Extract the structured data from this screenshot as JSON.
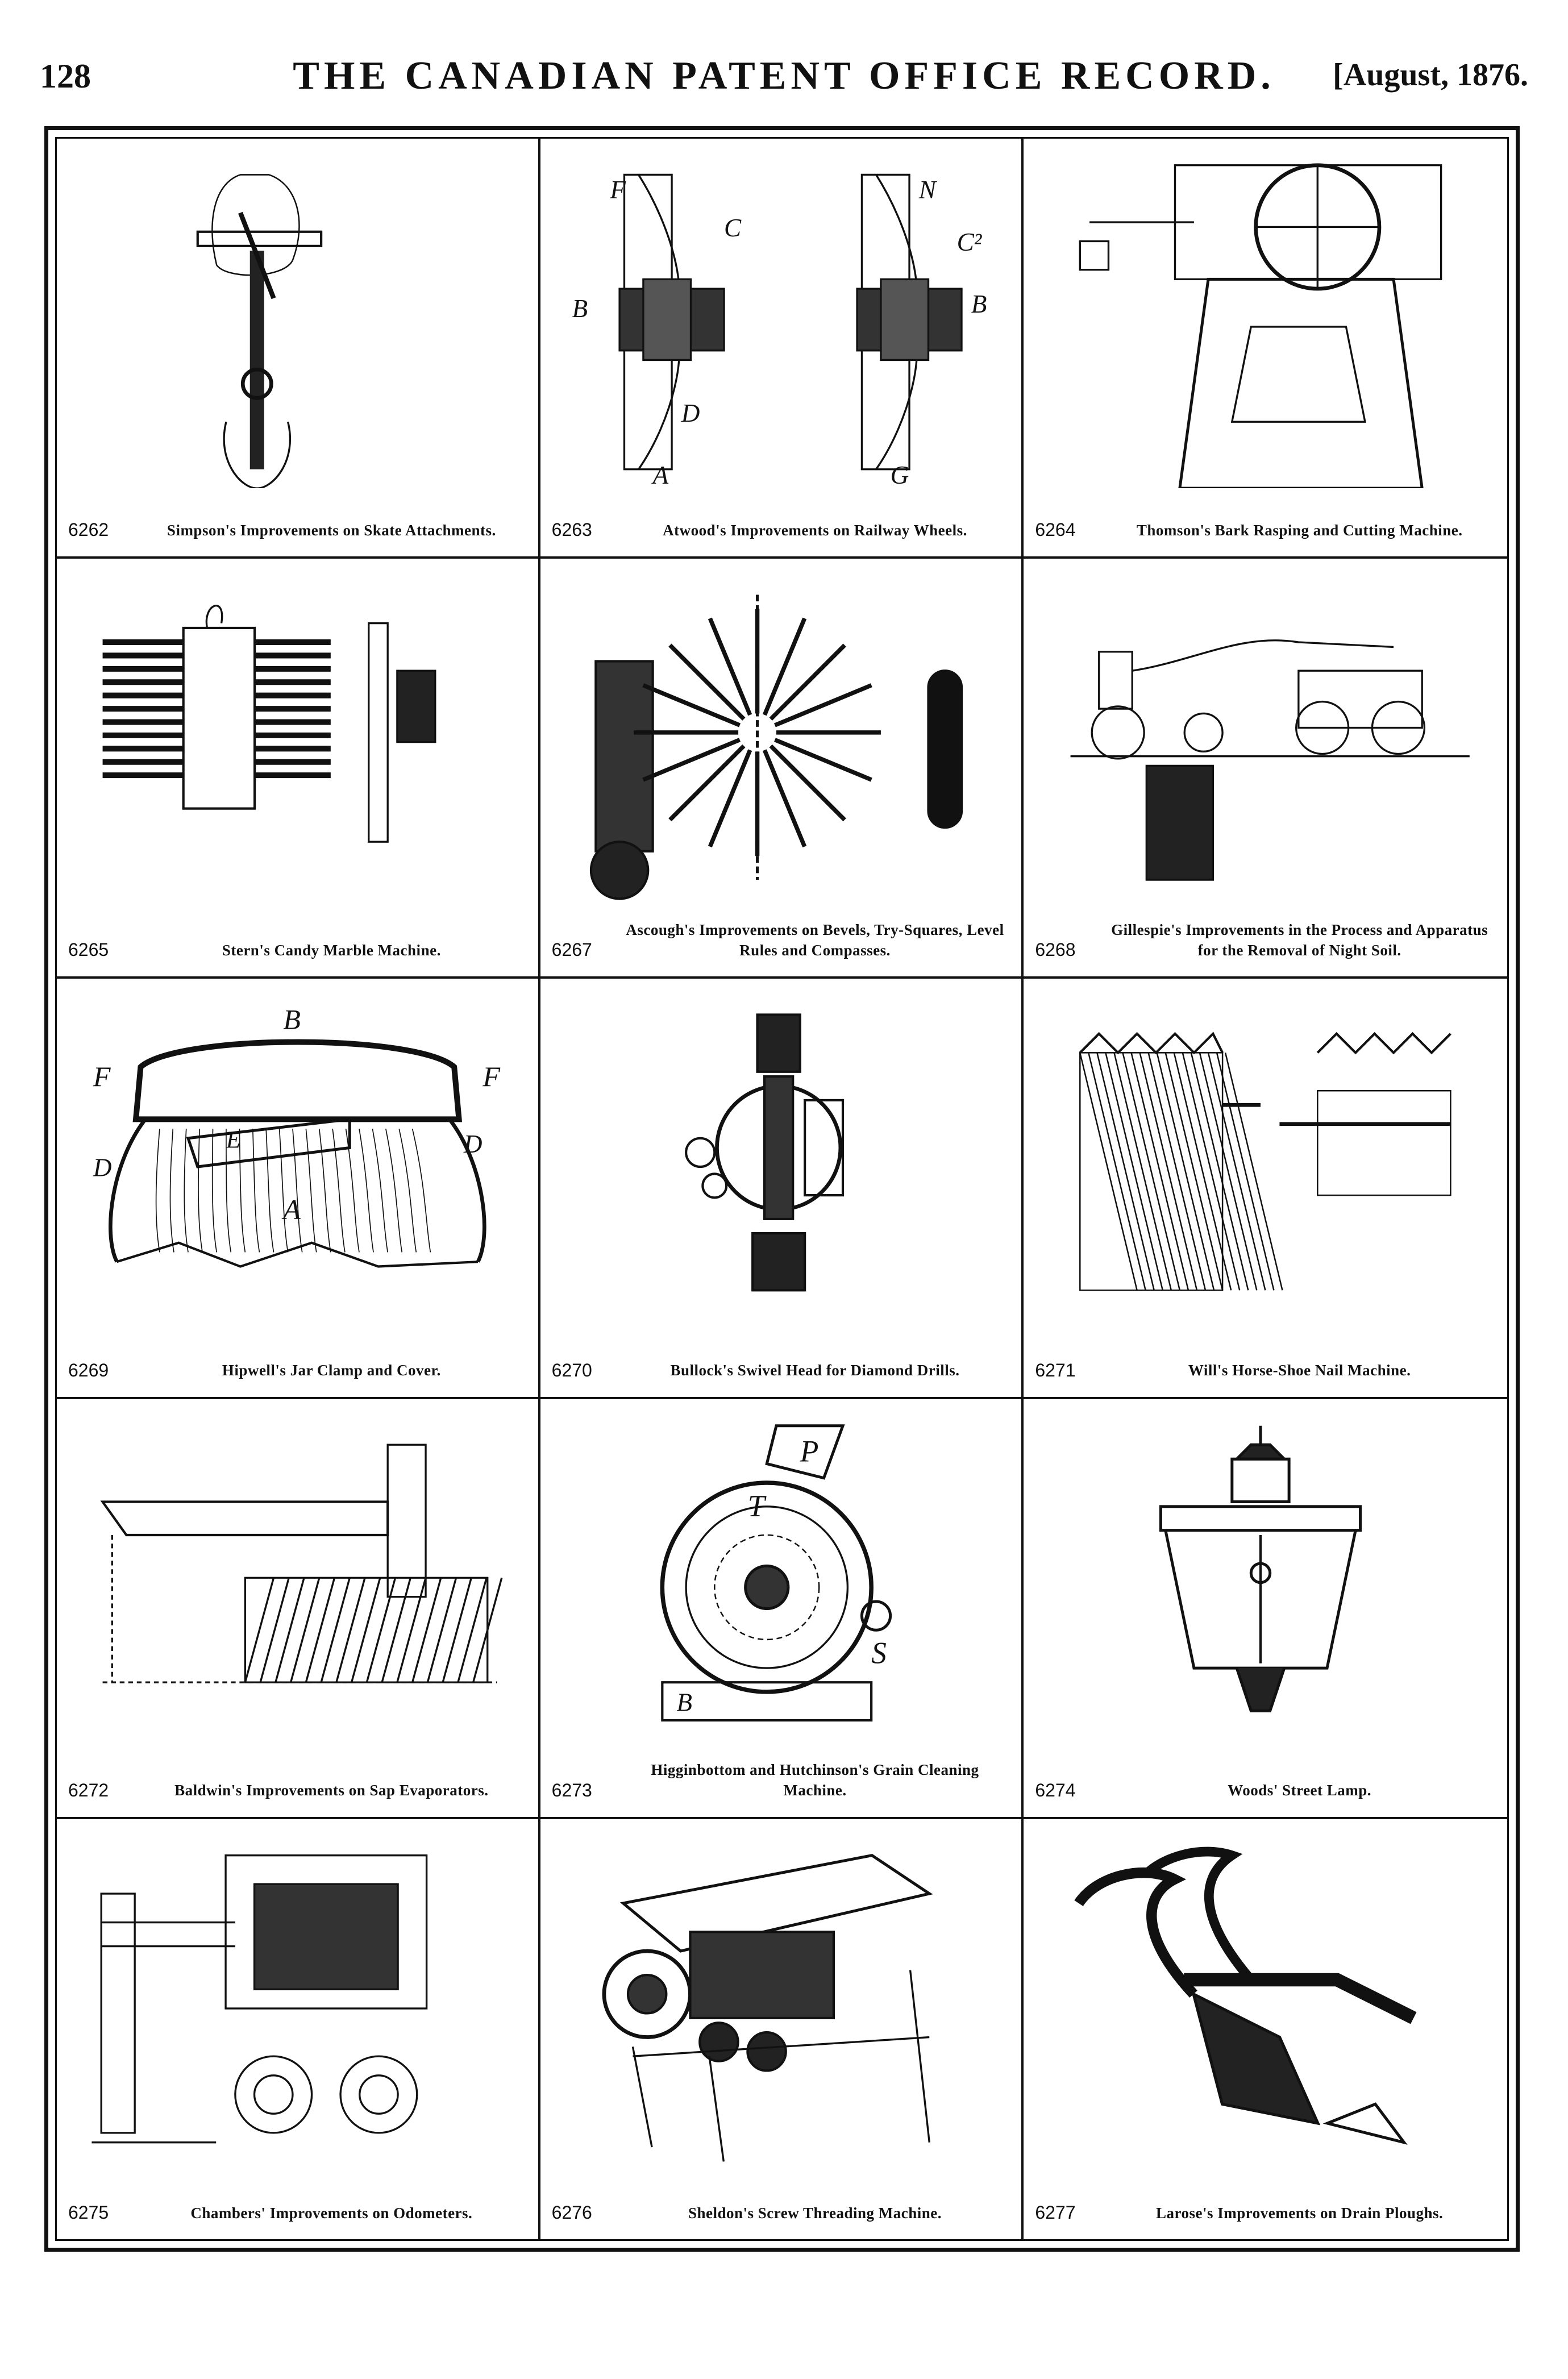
{
  "header": {
    "page_number": "128",
    "journal_title": "THE CANADIAN PATENT OFFICE RECORD.",
    "date": "[August, 1876."
  },
  "patents": [
    {
      "number": "6262",
      "title": "Simpson's Improvements on Skate Attachments.",
      "fig": "skate"
    },
    {
      "number": "6263",
      "title": "Atwood's Improvements on Railway Wheels.",
      "fig": "wheel",
      "labels": [
        "F",
        "C",
        "B",
        "D",
        "A",
        "N",
        "C²",
        "B",
        "G"
      ]
    },
    {
      "number": "6264",
      "title": "Thomson's Bark Rasping and Cutting Machine.",
      "fig": "rasp"
    },
    {
      "number": "6265",
      "title": "Stern's Candy Marble Machine.",
      "fig": "candy"
    },
    {
      "number": "6267",
      "title": "Ascough's Improvements on Bevels, Try-Squares, Level Rules and Compasses.",
      "fig": "bevel"
    },
    {
      "number": "6268",
      "title": "Gillespie's Improvements in the Process and Apparatus for the Removal of Night Soil.",
      "fig": "nightsoil"
    },
    {
      "number": "6269",
      "title": "Hipwell's Jar Clamp and Cover.",
      "fig": "jar",
      "labels": [
        "B",
        "F",
        "F",
        "E",
        "D",
        "D",
        "A"
      ]
    },
    {
      "number": "6270",
      "title": "Bullock's Swivel Head for Diamond Drills.",
      "fig": "drill"
    },
    {
      "number": "6271",
      "title": "Will's Horse-Shoe Nail Machine.",
      "fig": "nail"
    },
    {
      "number": "6272",
      "title": "Baldwin's Improvements on Sap Evaporators.",
      "fig": "sap"
    },
    {
      "number": "6273",
      "title": "Higginbottom and Hutchinson's Grain Cleaning Machine.",
      "fig": "grain",
      "labels": [
        "P",
        "T",
        "S",
        "B"
      ]
    },
    {
      "number": "6274",
      "title": "Woods' Street Lamp.",
      "fig": "lamp"
    },
    {
      "number": "6275",
      "title": "Chambers' Improvements on Odometers.",
      "fig": "odometer"
    },
    {
      "number": "6276",
      "title": "Sheldon's Screw Threading Machine.",
      "fig": "screw"
    },
    {
      "number": "6277",
      "title": "Larose's Improvements on Drain Ploughs.",
      "fig": "plough"
    }
  ]
}
